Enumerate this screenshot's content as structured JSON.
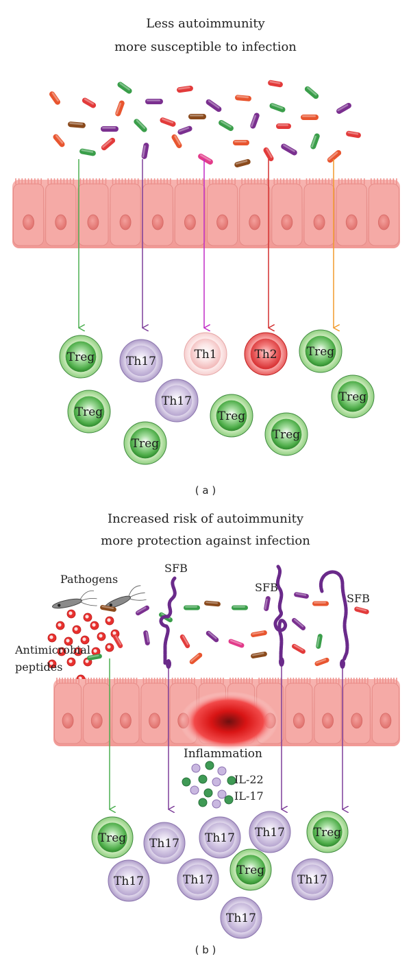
{
  "panel_a": {
    "title_line1": "Less autoimmunity",
    "title_line2": "more susceptible to infection",
    "caption": "( a )",
    "cells": [
      {
        "label": "Treg",
        "type": "treg"
      },
      {
        "label": "Th17",
        "type": "th17"
      },
      {
        "label": "Th1",
        "type": "th1"
      },
      {
        "label": "Th2",
        "type": "th2"
      },
      {
        "label": "Treg",
        "type": "treg"
      },
      {
        "label": "Treg",
        "type": "treg"
      },
      {
        "label": "Th17",
        "type": "th17"
      },
      {
        "label": "Treg",
        "type": "treg"
      },
      {
        "label": "Treg",
        "type": "treg"
      },
      {
        "label": "Treg",
        "type": "treg"
      },
      {
        "label": "Treg",
        "type": "treg"
      }
    ]
  },
  "panel_b": {
    "title_line1": "Increased risk of autoimmunity",
    "title_line2": "more protection against infection",
    "caption": "( b )",
    "pathogens_label": "Pathogens",
    "amp_label_line1": "Antimicrobial",
    "amp_label_line2": "peptides",
    "sfb_label": "SFB",
    "inflammation_label": "Inflammation",
    "il22_label": "IL-22",
    "il17_label": "IL-17",
    "cells": [
      {
        "label": "Treg",
        "type": "treg"
      },
      {
        "label": "Th17",
        "type": "th17"
      },
      {
        "label": "Th17",
        "type": "th17"
      },
      {
        "label": "Th17",
        "type": "th17"
      },
      {
        "label": "Treg",
        "type": "treg"
      },
      {
        "label": "Th17",
        "type": "th17"
      },
      {
        "label": "Th17",
        "type": "th17"
      },
      {
        "label": "Treg",
        "type": "treg"
      },
      {
        "label": "Th17",
        "type": "th17"
      },
      {
        "label": "Th17",
        "type": "th17"
      }
    ]
  },
  "colors": {
    "treg": "#5cb85c",
    "th17": "#a28fc0",
    "th1": "#f2b5b5",
    "th2": "#e8484a",
    "epithelium": "#f4a6a4",
    "arrow_green": "#4caf50",
    "arrow_purple": "#7e3f9a",
    "arrow_magenta": "#c02ac6",
    "arrow_red": "#d32f2f",
    "arrow_orange": "#f09a2c",
    "sfb": "#6a2a8a"
  }
}
